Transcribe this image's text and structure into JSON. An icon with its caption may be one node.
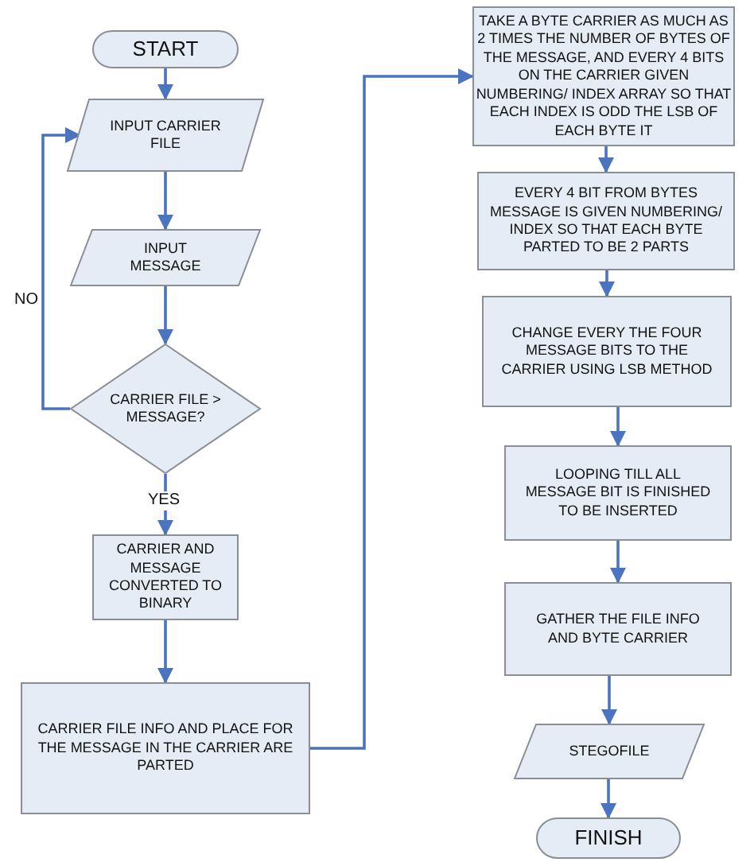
{
  "diagram": {
    "nodes": [
      {
        "text": [
          "START"
        ]
      },
      {
        "text": [
          "INPUT CARRIER FILE"
        ]
      },
      {
        "text": [
          "INPUT MESSAGE"
        ]
      },
      {
        "text": [
          "CARRIER FILE > MESSAGE?"
        ]
      },
      {
        "text": [
          "CARRIER AND MESSAGE CONVERTED TO BINARY"
        ]
      },
      {
        "text": [
          "CARRIER FILE INFO AND PLACE FOR THE MESSAGE IN THE CARRIER ARE PARTED"
        ]
      },
      {
        "text": [
          "TAKE A BYTE CARRIER AS MUCH AS 2 TIMES THE NUMBER OF BYTES OF THE MESSAGE, AND EVERY 4 BITS ON THE CARRIER GIVEN NUMBERING/ INDEX ARRAY SO THAT EACH INDEX IS ODD THE LSB OF EACH BYTE IT"
        ]
      },
      {
        "text": [
          "EVERY 4 BIT FROM BYTES MESSAGE IS GIVEN NUMBERING/ INDEX SO THAT EACH BYTE PARTED TO BE 2 PARTS"
        ]
      },
      {
        "text": [
          "CHANGE EVERY THE FOUR MESSAGE BITS TO THE CARRIER USING LSB METHOD"
        ]
      },
      {
        "text": [
          "LOOPING TILL ALL MESSAGE BIT IS FINISHED TO BE INSERTED"
        ]
      },
      {
        "text": [
          "GATHER THE FILE INFO AND BYTE CARRIER"
        ]
      },
      {
        "text": [
          "STEGOFILE"
        ]
      },
      {
        "text": [
          "FINISH"
        ]
      }
    ],
    "edges": [
      {
        "from": 0,
        "to": 1,
        "arrow": "to"
      },
      {
        "from": 1,
        "to": 2,
        "arrow": "to"
      },
      {
        "from": 2,
        "to": 3,
        "arrow": "to"
      },
      {
        "from": 3,
        "to": 1,
        "arrow": "to",
        "label": "NO"
      },
      {
        "from": 3,
        "to": 4,
        "arrow": "to",
        "label": "YES"
      },
      {
        "from": 4,
        "to": 5,
        "arrow": "to"
      },
      {
        "from": 5,
        "to": 6,
        "arrow": "to"
      },
      {
        "from": 6,
        "to": 7,
        "arrow": "to"
      },
      {
        "from": 7,
        "to": 8,
        "arrow": "to"
      },
      {
        "from": 8,
        "to": 9,
        "arrow": "to"
      },
      {
        "from": 9,
        "to": 10,
        "arrow": "to"
      },
      {
        "from": 10,
        "to": 11,
        "arrow": "to"
      },
      {
        "from": 11,
        "to": 12,
        "arrow": "to"
      }
    ]
  }
}
